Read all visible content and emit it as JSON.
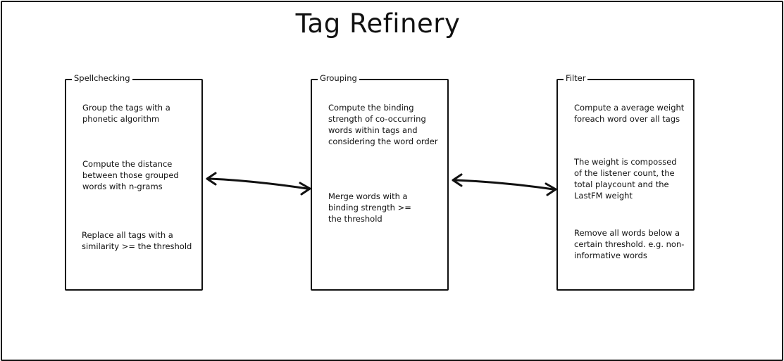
{
  "title": "Tag Refinery",
  "boxes": [
    {
      "label": "Spellchecking",
      "steps": [
        "Group the tags with a phonetic algorithm",
        "Compute the distance between those grouped words with n-grams",
        "Replace all tags with a similarity >= the threshold"
      ]
    },
    {
      "label": "Grouping",
      "steps": [
        "Compute the binding strength of co-occurring words within tags and considering the word order",
        "Merge words with a binding strength >= the threshold"
      ]
    },
    {
      "label": "Filter",
      "steps": [
        "Compute a average weight foreach word over all tags",
        "The weight is compossed of the listener count, the total playcount and the LastFM weight",
        "Remove all words below a certain threshold. e.g. non-informative words"
      ]
    }
  ]
}
